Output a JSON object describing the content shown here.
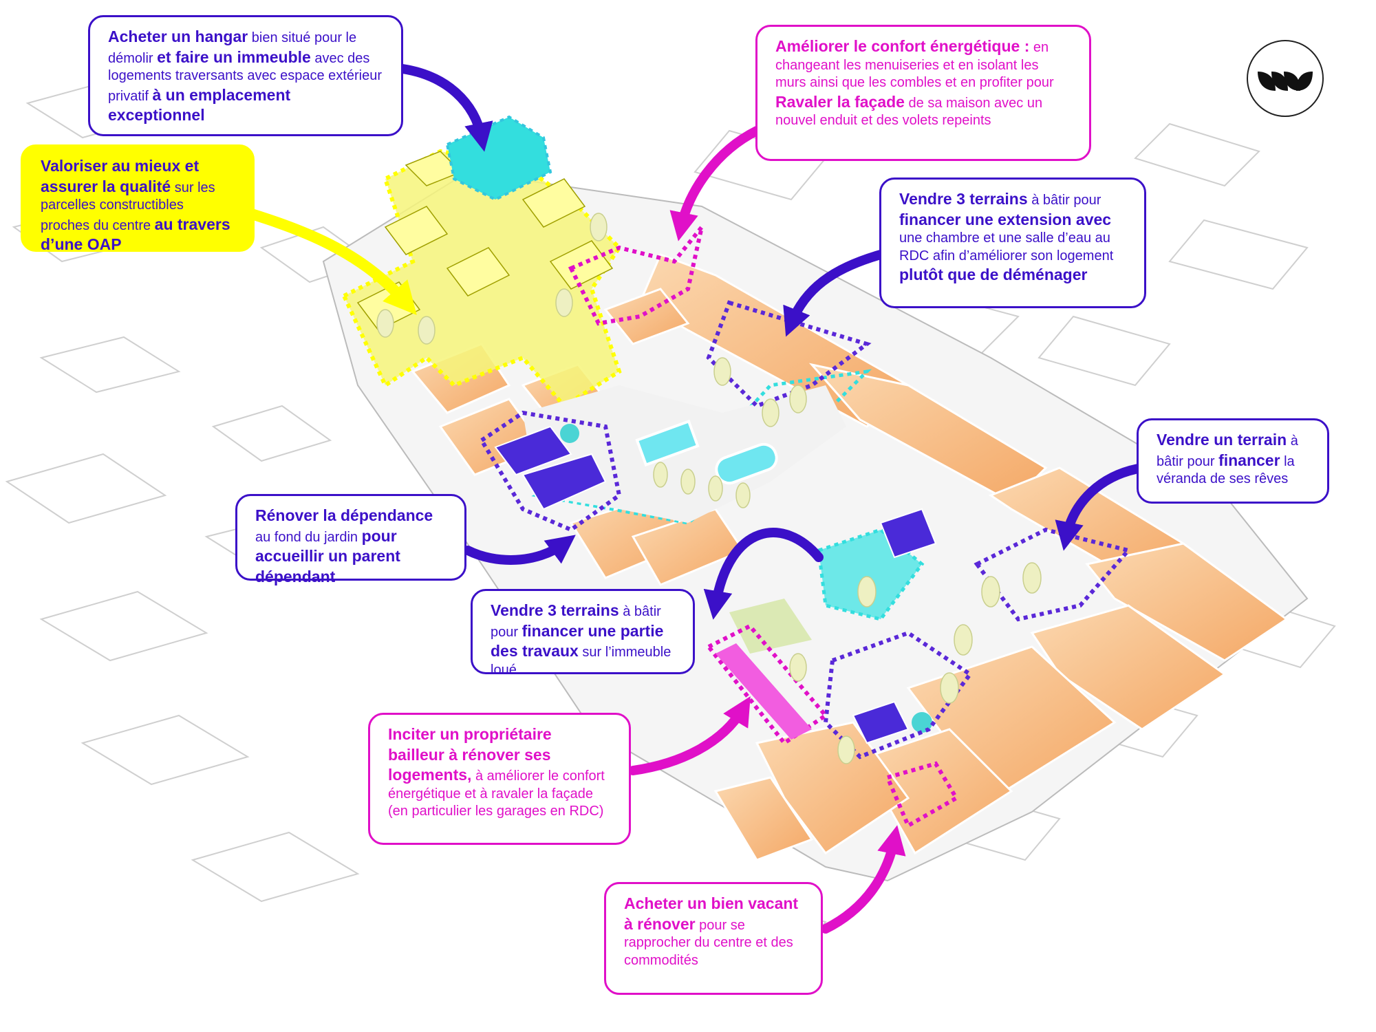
{
  "callouts": {
    "hangar": [
      {
        "text": "Acheter un hangar",
        "bold": true
      },
      {
        "text": " bien situé pour le démolir ",
        "bold": false
      },
      {
        "text": "et faire un immeuble",
        "bold": true
      },
      {
        "text": " avec des logements traversants avec espace extérieur privatif ",
        "bold": false
      },
      {
        "text": "à un emplacement exceptionnel",
        "bold": true
      }
    ],
    "confort": [
      {
        "text": "Améliorer le confort énergétique :",
        "bold": true
      },
      {
        "text": " en changeant les menuiseries et en isolant les murs ainsi que les combles et en profiter pour ",
        "bold": false
      },
      {
        "text": "Ravaler la façade",
        "bold": true
      },
      {
        "text": " de sa maison avec un nouvel enduit et des volets repeints",
        "bold": false
      }
    ],
    "valoriser": [
      {
        "text": "Valoriser au mieux et assurer la qualité",
        "bold": true
      },
      {
        "text": " sur les parcelles constructibles proches du centre ",
        "bold": false
      },
      {
        "text": "au travers d’une OAP",
        "bold": true
      }
    ],
    "extension": [
      {
        "text": "Vendre 3 terrains",
        "bold": true
      },
      {
        "text": " à bâtir pour ",
        "bold": false
      },
      {
        "text": "financer une extension avec",
        "bold": true
      },
      {
        "text": " une chambre et une salle d’eau au RDC afin d’améliorer son logement ",
        "bold": false
      },
      {
        "text": "plutôt que de déménager",
        "bold": true
      }
    ],
    "veranda": [
      {
        "text": "Vendre un terrain",
        "bold": true
      },
      {
        "text": " à bâtir pour ",
        "bold": false
      },
      {
        "text": "financer",
        "bold": true
      },
      {
        "text": " la véranda de ses rêves",
        "bold": false
      }
    ],
    "dependance": [
      {
        "text": "Rénover la dépendance",
        "bold": true
      },
      {
        "text": " au fond du jardin ",
        "bold": false
      },
      {
        "text": "pour accueillir un parent dépendant",
        "bold": true
      }
    ],
    "travaux": [
      {
        "text": "Vendre 3 terrains",
        "bold": true
      },
      {
        "text": " à bâtir pour ",
        "bold": false
      },
      {
        "text": "financer une partie des travaux",
        "bold": true
      },
      {
        "text": " sur l’immeuble loué",
        "bold": false
      }
    ],
    "bailleur": [
      {
        "text": "Inciter un propriétaire bailleur à rénover ses logements,",
        "bold": true
      },
      {
        "text": " à améliorer le confort énergétique et à ravaler la façade (en particulier les garages en RDC)",
        "bold": false
      }
    ],
    "vacant": [
      {
        "text": "Acheter un bien vacant à rénover",
        "bold": true
      },
      {
        "text": " pour se rapprocher du centre et des commodités",
        "bold": false
      }
    ]
  },
  "colors": {
    "purple": "#3b10c8",
    "magenta": "#e010c8",
    "yellow": "#ffff00",
    "cyan": "#33dede",
    "roof_orange": "#f7b87e",
    "grass": "#e9f0c4",
    "building_outline": "#c8c8c8"
  },
  "logo": {
    "icon": "three-leaves-logo-icon"
  }
}
